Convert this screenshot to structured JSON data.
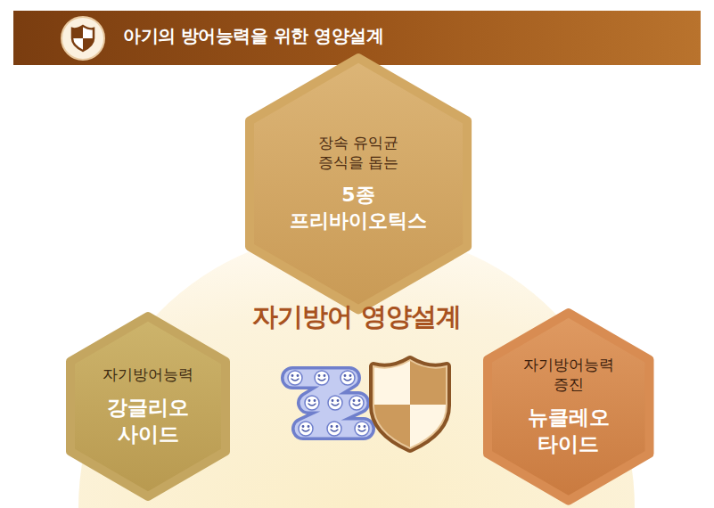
{
  "diagram": {
    "title": "아기의 방어능력을 위한 영양설계",
    "nodes": [
      {
        "text": [
          "장속 유익균 증식을 돕는",
          "5종 프리바이오틱스"
        ]
      },
      {
        "text": [
          "자기방어능력",
          "강글리오 사이드"
        ]
      },
      {
        "text": [
          "자기방어능력 증진",
          "뉴클레오 타이드"
        ]
      }
    ],
    "labels": [
      "자기방어 영양설계"
    ]
  }
}
